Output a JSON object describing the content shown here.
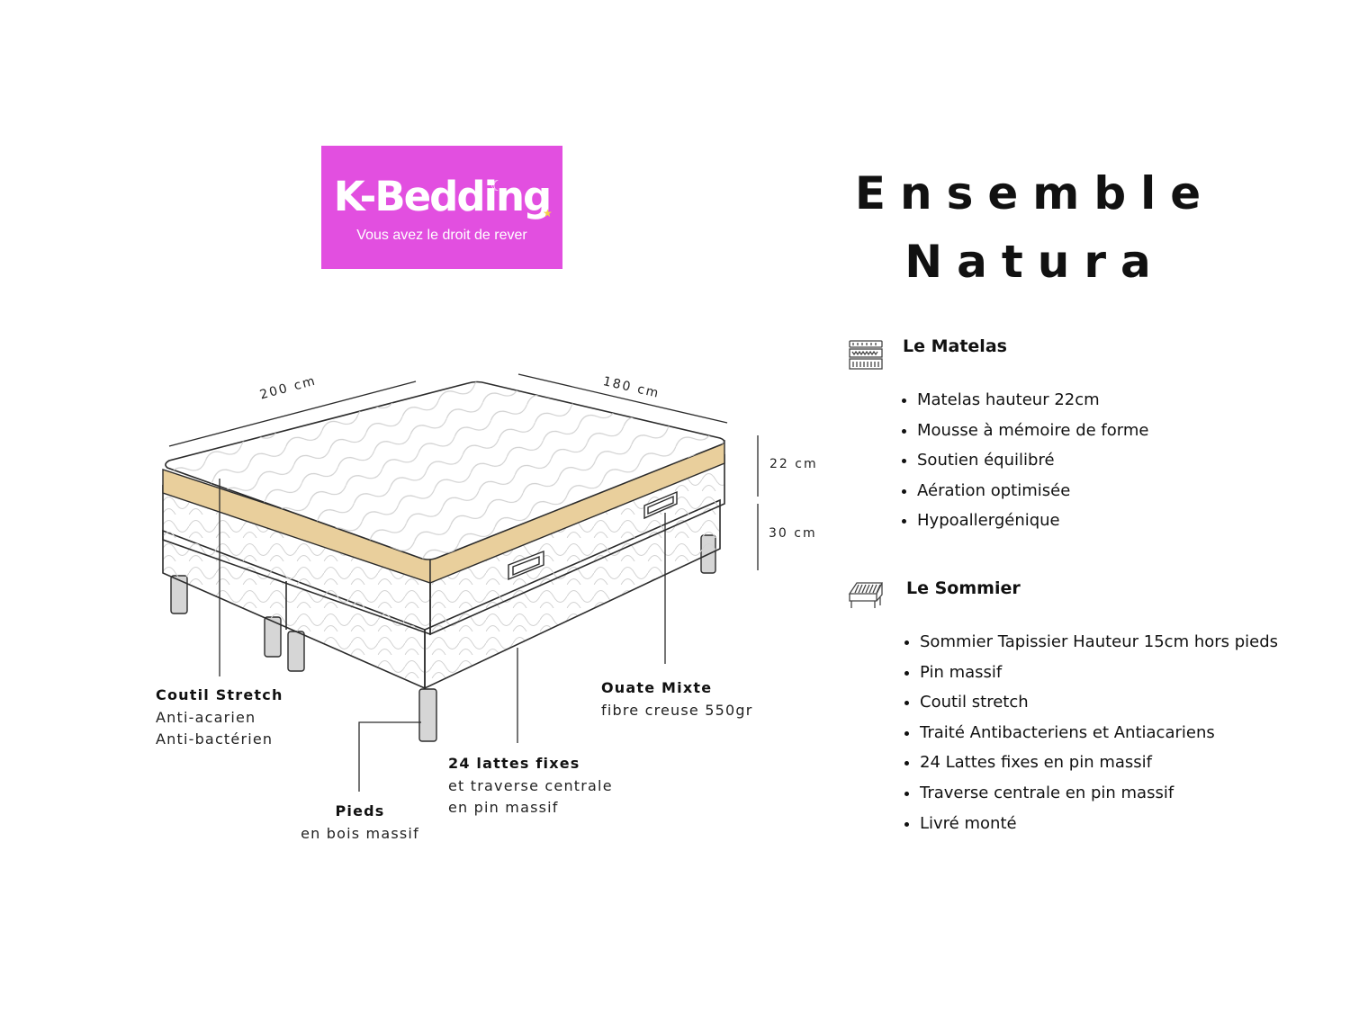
{
  "logo": {
    "brand": "K-Bedding",
    "tagline": "Vous avez le droit de rever",
    "background_color": "#e24fe0"
  },
  "title": {
    "line1": "Ensemble",
    "line2": "Natura"
  },
  "matelas": {
    "icon": "mattress-icon",
    "heading": "Le Matelas",
    "items": [
      "Matelas hauteur 22cm",
      "Mousse à mémoire de forme",
      "Soutien équilibré",
      "Aération optimisée",
      "Hypoallergénique"
    ]
  },
  "sommier": {
    "icon": "bed-base-icon",
    "heading": "Le Sommier",
    "items": [
      "Sommier Tapissier Hauteur 15cm hors pieds",
      "Pin massif",
      "Coutil stretch",
      "Traité Antibacteriens et Antiacariens",
      "24 Lattes fixes en pin massif",
      "Traverse centrale en pin massif",
      "Livré monté"
    ]
  },
  "diagram": {
    "dimensions": {
      "length": "200 cm",
      "width": "180 cm",
      "mattress_height": "22 cm",
      "base_height": "30 cm"
    },
    "callouts": {
      "coutil": {
        "title": "Coutil Stretch",
        "line1": "Anti-acarien",
        "line2": "Anti-bactérien"
      },
      "ouate": {
        "title": "Ouate Mixte",
        "line1": "fibre creuse 550gr"
      },
      "lattes": {
        "title": "24 lattes fixes",
        "line1": "et traverse centrale",
        "line2": "en pin massif"
      },
      "pieds": {
        "title": "Pieds",
        "line1": "en bois massif"
      }
    },
    "colors": {
      "comfort_layer": "#e9cf9c",
      "outline": "#2b2b2b",
      "legs": "#d6d6d6"
    }
  }
}
